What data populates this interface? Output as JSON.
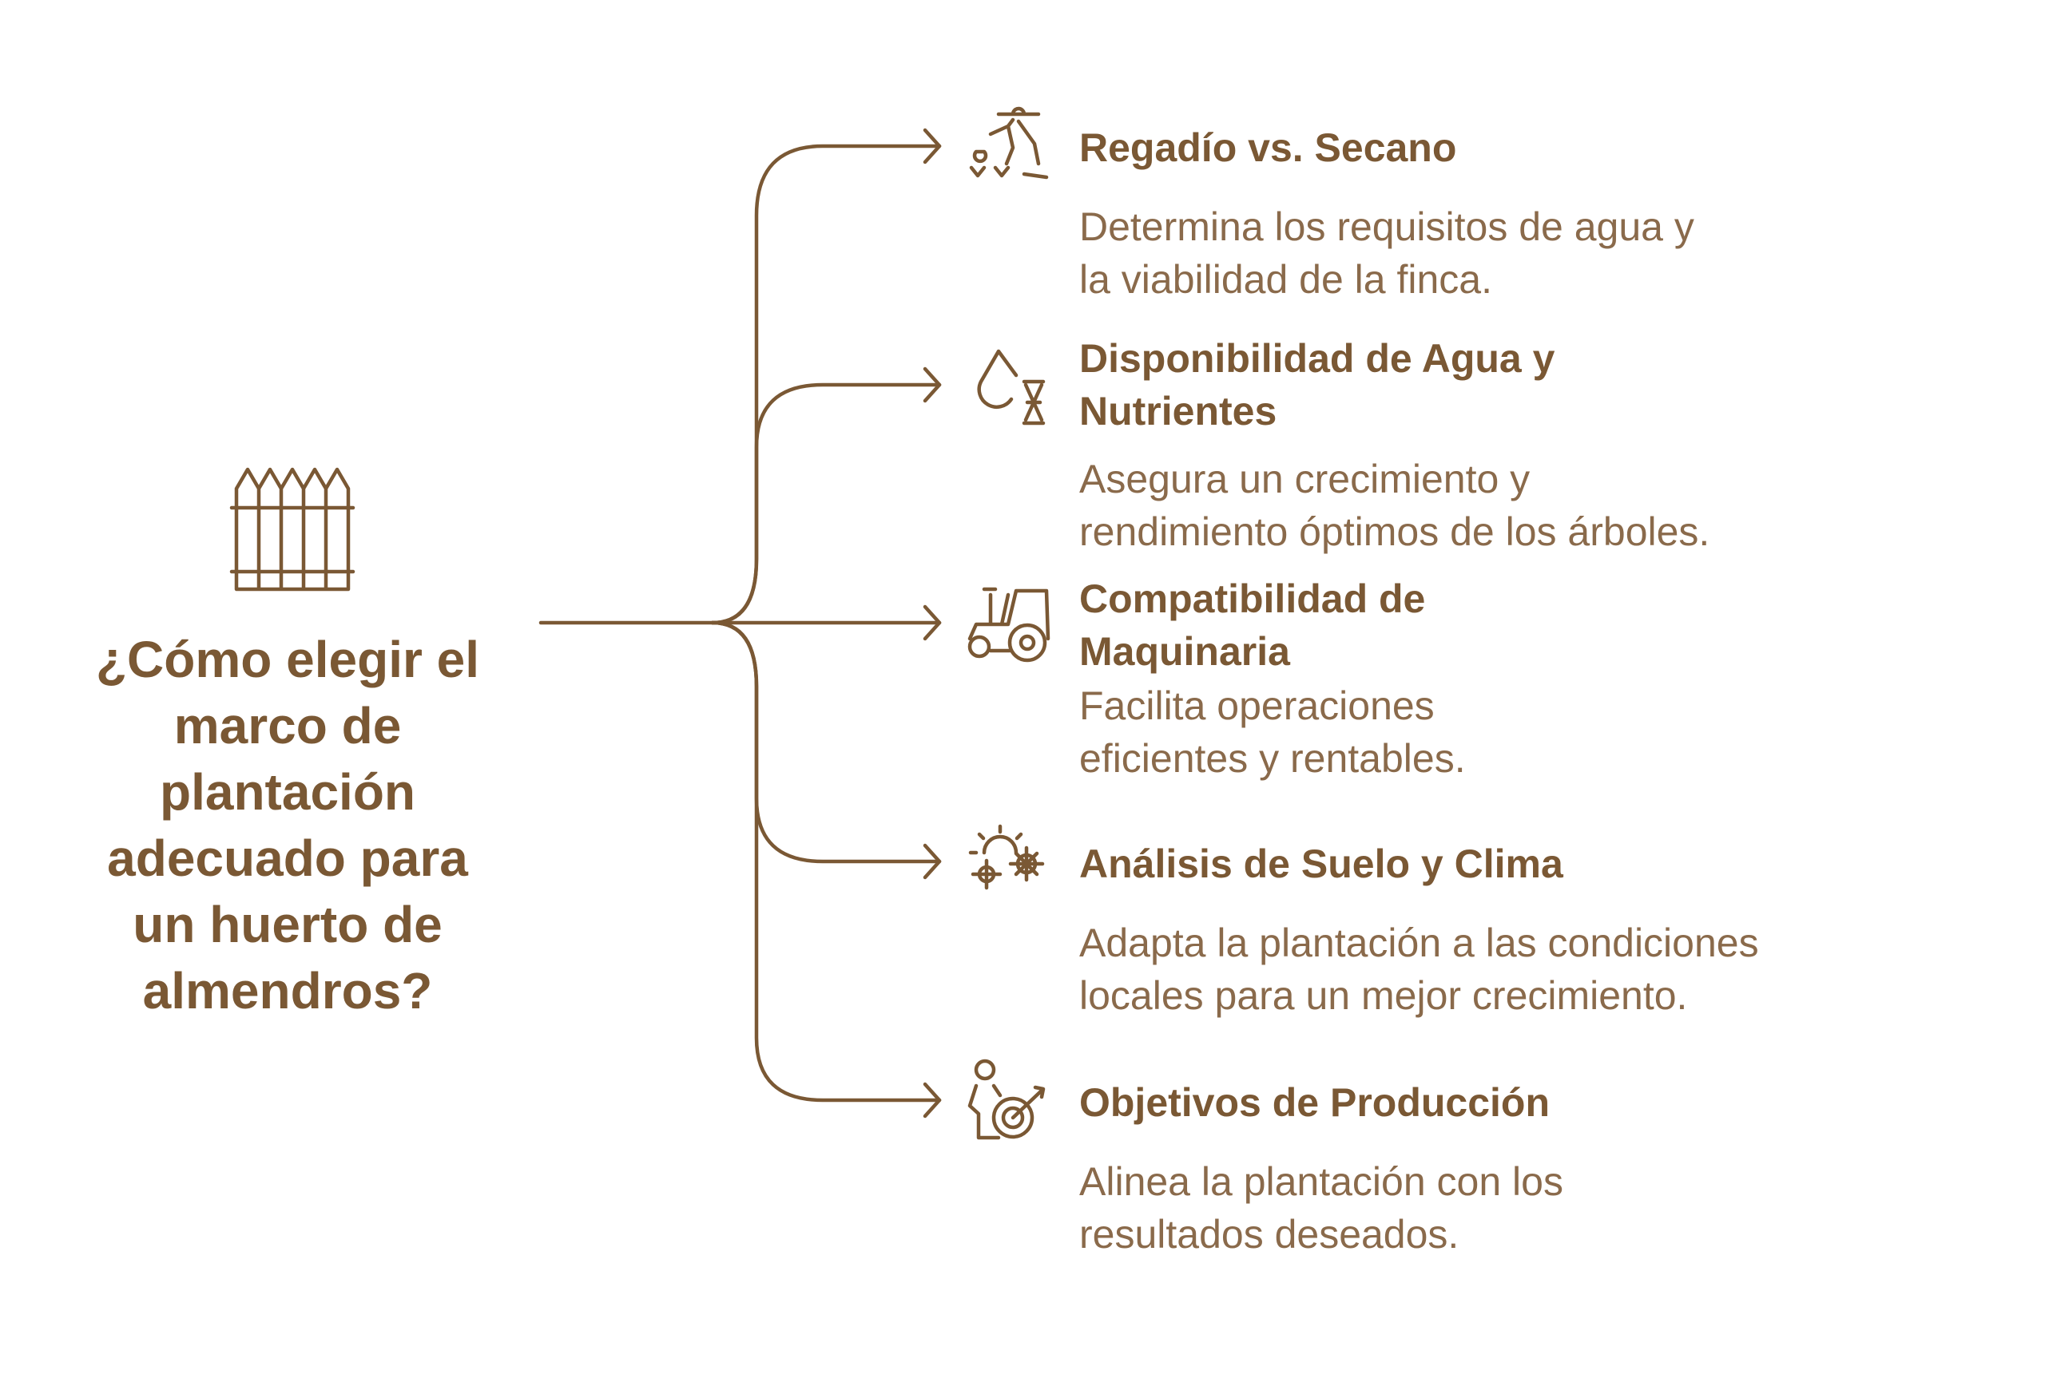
{
  "colors": {
    "primary": "#7a5834",
    "description": "#8a6a4b"
  },
  "central": {
    "icon": "fence-icon",
    "question_lines": [
      "¿Cómo elegir el",
      "marco de",
      "plantación",
      "adecuado para",
      "un huerto de",
      "almendros?"
    ]
  },
  "branches": [
    {
      "icon": "farmer-planting-icon",
      "title_lines": [
        "Regadío vs. Secano"
      ],
      "description_lines": [
        "Determina los requisitos de agua y",
        "la viabilidad de la finca."
      ]
    },
    {
      "icon": "water-drop-dna-icon",
      "title_lines": [
        "Disponibilidad de Agua y",
        "Nutrientes"
      ],
      "description_lines": [
        "Asegura un crecimiento y",
        "rendimiento óptimos de los árboles."
      ]
    },
    {
      "icon": "tractor-icon",
      "title_lines": [
        "Compatibilidad de",
        "Maquinaria"
      ],
      "description_lines": [
        "Facilita operaciones",
        "eficientes y rentables."
      ]
    },
    {
      "icon": "sun-gears-icon",
      "title_lines": [
        "Análisis de Suelo y Clima"
      ],
      "description_lines": [
        "Adapta la plantación a las condiciones",
        "locales para un mejor crecimiento."
      ]
    },
    {
      "icon": "person-target-icon",
      "title_lines": [
        "Objetivos de Producción"
      ],
      "description_lines": [
        "Alinea la plantación con los",
        "resultados deseados."
      ]
    }
  ]
}
